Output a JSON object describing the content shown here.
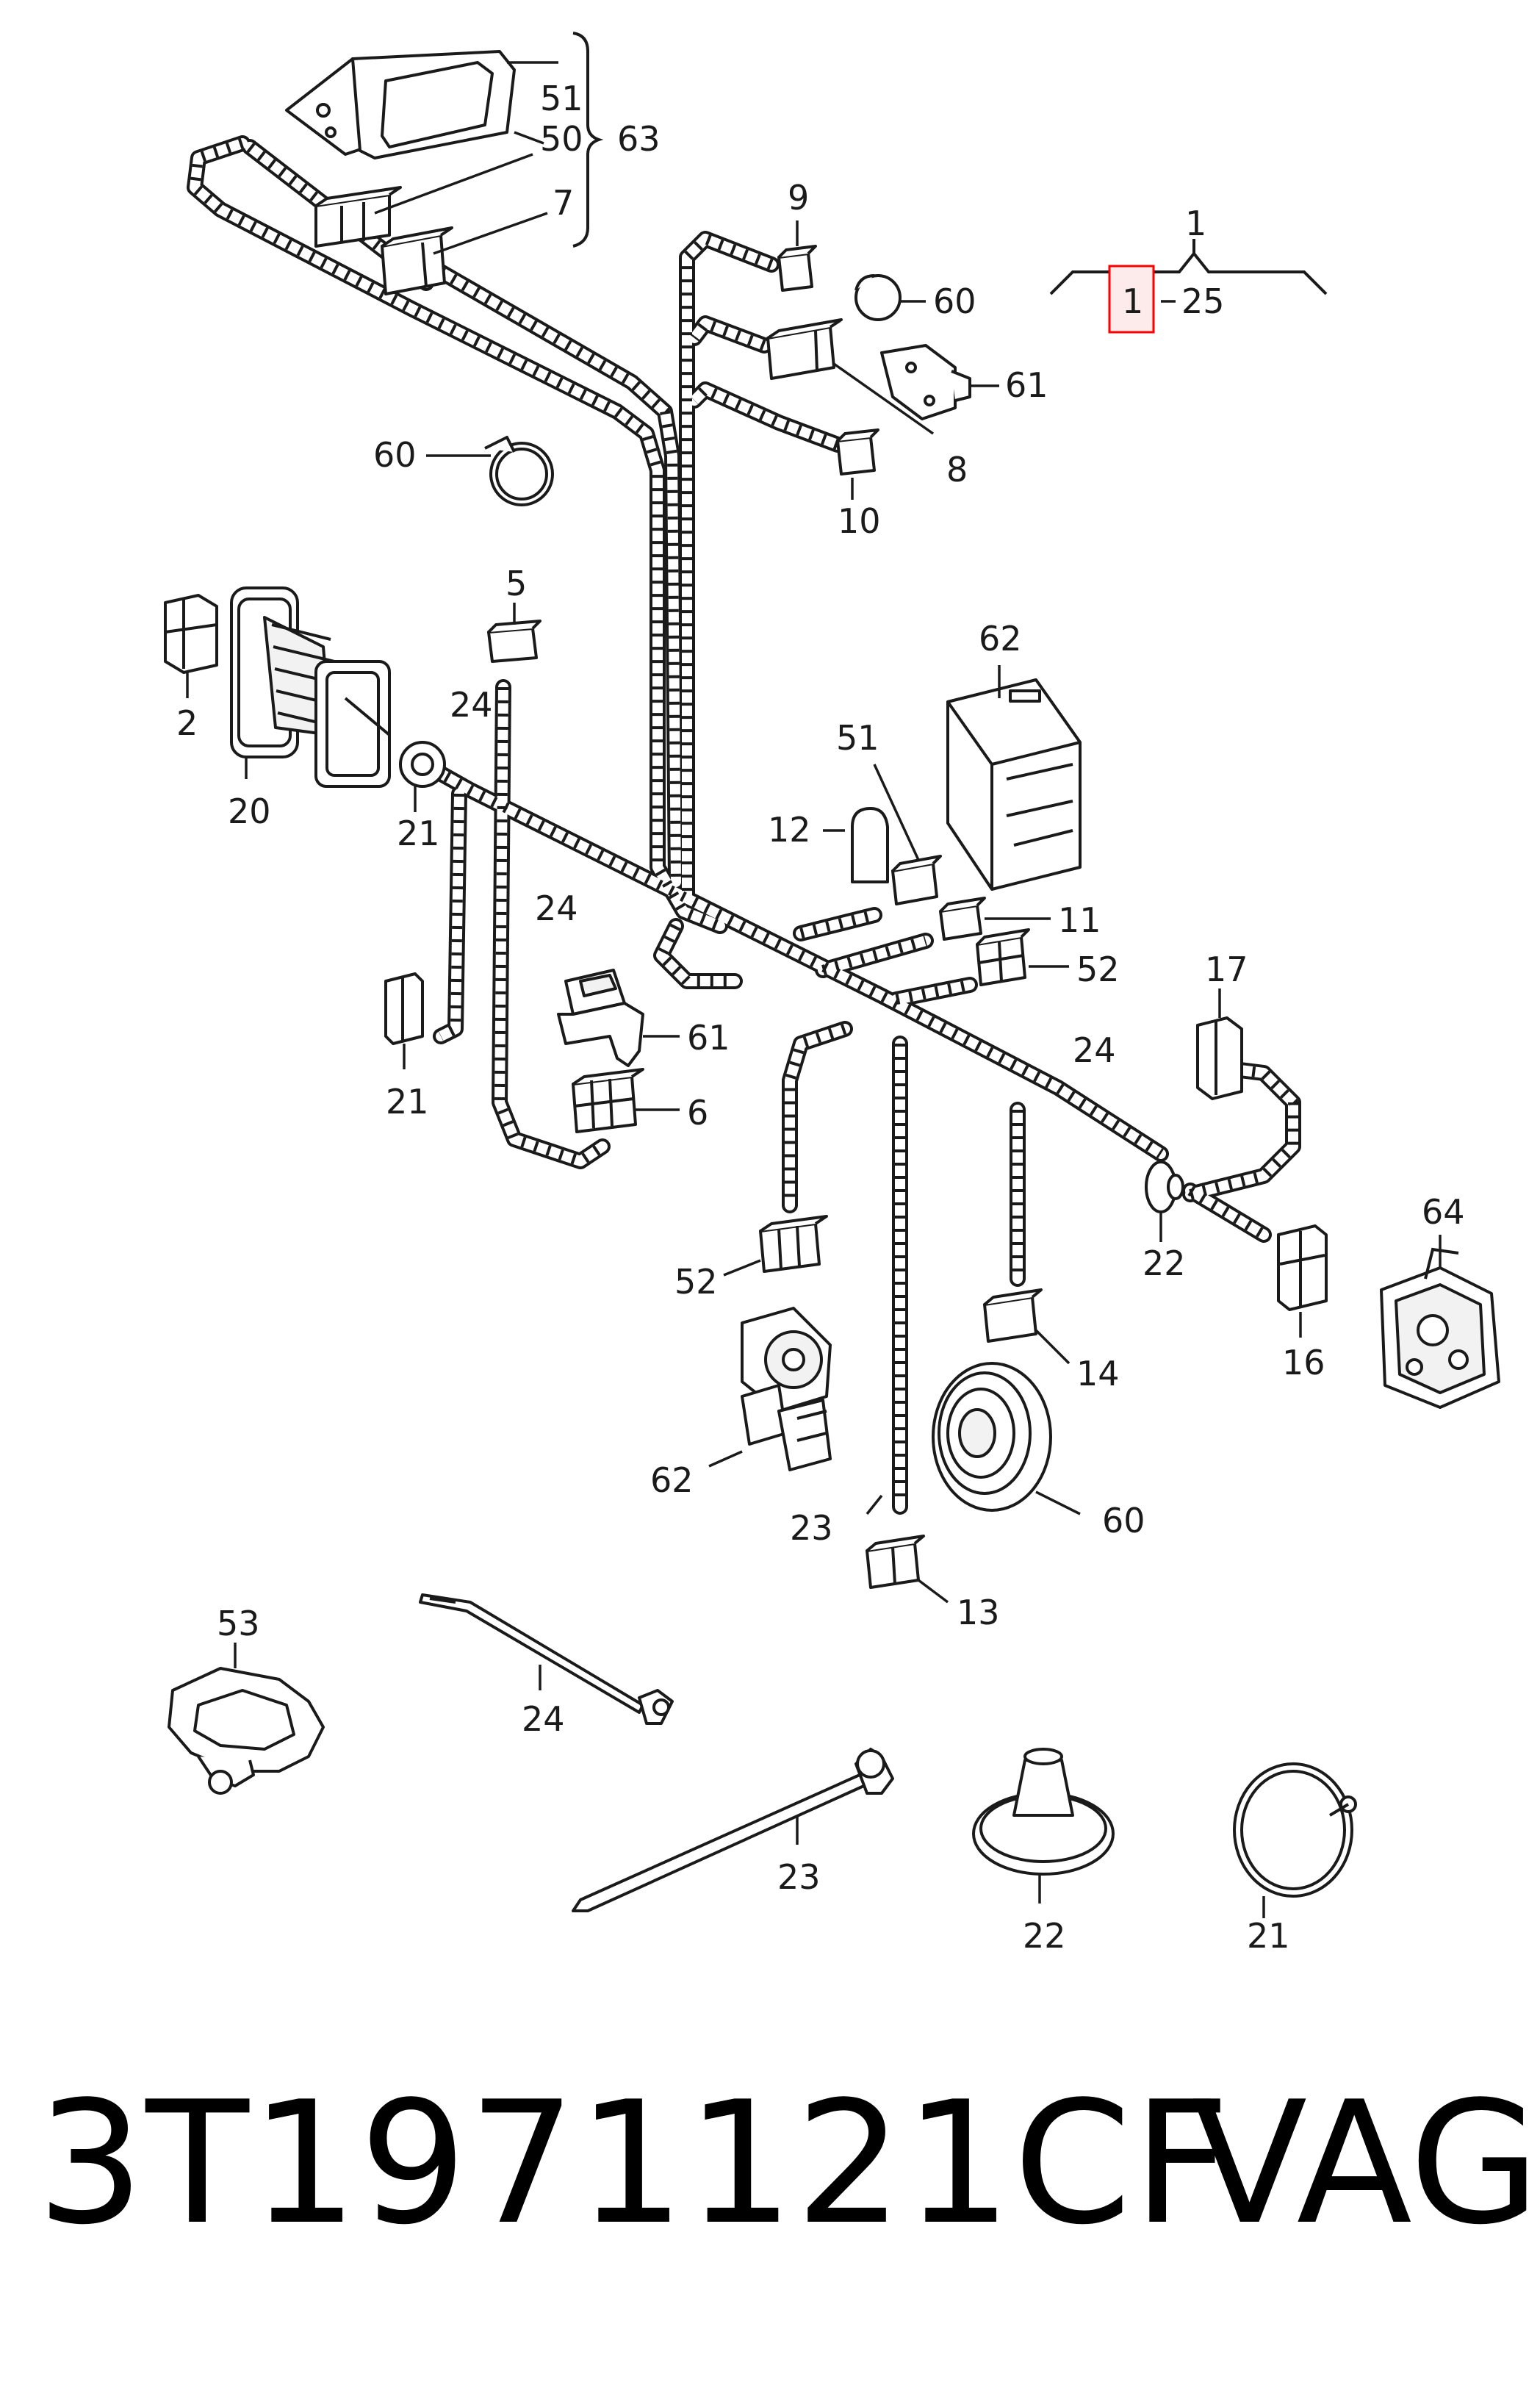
{
  "diagram": {
    "callouts": {
      "c1_top": "1",
      "c1_box": "1",
      "c25": "25",
      "c51a": "51",
      "c50": "50",
      "c63": "63",
      "c7": "7",
      "c9": "9",
      "c60a": "60",
      "c61a": "61",
      "c8": "8",
      "c10": "10",
      "c60b": "60",
      "c5": "5",
      "c2": "2",
      "c20": "20",
      "c21a": "21",
      "c24a": "24",
      "c24b": "24",
      "c62a": "62",
      "c51b": "51",
      "c12": "12",
      "c11": "11",
      "c52a": "52",
      "c61b": "61",
      "c21b": "21",
      "c6": "6",
      "c17": "17",
      "c24c": "24",
      "c64": "64",
      "c22a": "22",
      "c52b": "52",
      "c14": "14",
      "c16": "16",
      "c62b": "62",
      "c23a": "23",
      "c60c": "60",
      "c13": "13",
      "c53": "53",
      "c24d": "24",
      "c23b": "23",
      "c22b": "22",
      "c21c": "21"
    },
    "highlight_color": "#ff0000"
  },
  "footer": {
    "part_number": "3T1971121CF",
    "brand": "VAG"
  }
}
